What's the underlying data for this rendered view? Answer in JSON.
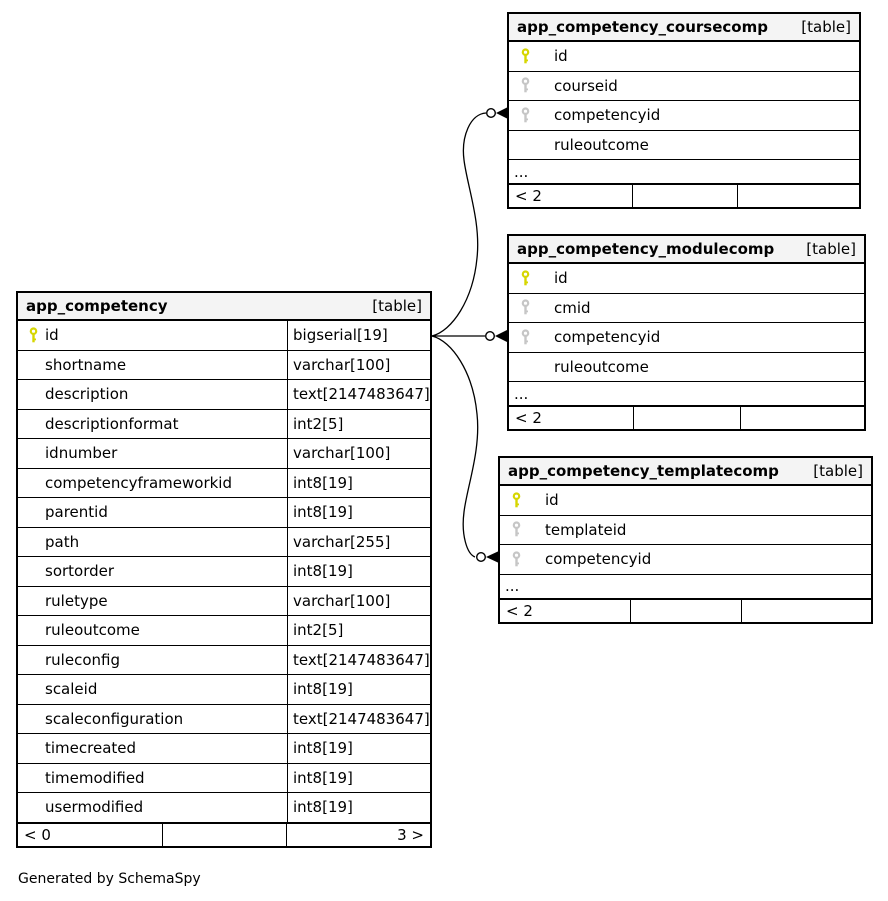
{
  "diagram": {
    "caption": "Generated by SchemaSpy",
    "line_color": "#000000",
    "header_bg": "#f4f4f4"
  },
  "icons": {
    "primary_key_color": "#d6d600",
    "foreign_key_color": "#c6c6c6"
  },
  "tables": [
    {
      "title": "app_competency",
      "tag": "[table]",
      "has_types": true,
      "columns": [
        {
          "icon": "primary-key",
          "name": "id",
          "type": "bigserial[19]"
        },
        {
          "icon": null,
          "name": "shortname",
          "type": "varchar[100]"
        },
        {
          "icon": null,
          "name": "description",
          "type": "text[2147483647]"
        },
        {
          "icon": null,
          "name": "descriptionformat",
          "type": "int2[5]"
        },
        {
          "icon": null,
          "name": "idnumber",
          "type": "varchar[100]"
        },
        {
          "icon": null,
          "name": "competencyframeworkid",
          "type": "int8[19]"
        },
        {
          "icon": null,
          "name": "parentid",
          "type": "int8[19]"
        },
        {
          "icon": null,
          "name": "path",
          "type": "varchar[255]"
        },
        {
          "icon": null,
          "name": "sortorder",
          "type": "int8[19]"
        },
        {
          "icon": null,
          "name": "ruletype",
          "type": "varchar[100]"
        },
        {
          "icon": null,
          "name": "ruleoutcome",
          "type": "int2[5]"
        },
        {
          "icon": null,
          "name": "ruleconfig",
          "type": "text[2147483647]"
        },
        {
          "icon": null,
          "name": "scaleid",
          "type": "int8[19]"
        },
        {
          "icon": null,
          "name": "scaleconfiguration",
          "type": "text[2147483647]"
        },
        {
          "icon": null,
          "name": "timecreated",
          "type": "int8[19]"
        },
        {
          "icon": null,
          "name": "timemodified",
          "type": "int8[19]"
        },
        {
          "icon": null,
          "name": "usermodified",
          "type": "int8[19]"
        }
      ],
      "ellipsis_label": null,
      "footer": {
        "left": "< 0",
        "center": "",
        "right": "3 >"
      }
    },
    {
      "title": "app_competency_coursecomp",
      "tag": "[table]",
      "has_types": false,
      "columns": [
        {
          "icon": "primary-key",
          "name": "id",
          "type": null
        },
        {
          "icon": "foreign-key",
          "name": "courseid",
          "type": null
        },
        {
          "icon": "foreign-key",
          "name": "competencyid",
          "type": null
        },
        {
          "icon": null,
          "name": "ruleoutcome",
          "type": null
        }
      ],
      "ellipsis_label": "...",
      "footer": {
        "left": "< 2",
        "center": "",
        "right": ""
      }
    },
    {
      "title": "app_competency_modulecomp",
      "tag": "[table]",
      "has_types": false,
      "columns": [
        {
          "icon": "primary-key",
          "name": "id",
          "type": null
        },
        {
          "icon": "foreign-key",
          "name": "cmid",
          "type": null
        },
        {
          "icon": "foreign-key",
          "name": "competencyid",
          "type": null
        },
        {
          "icon": null,
          "name": "ruleoutcome",
          "type": null
        }
      ],
      "ellipsis_label": "...",
      "footer": {
        "left": "< 2",
        "center": "",
        "right": ""
      }
    },
    {
      "title": "app_competency_templatecomp",
      "tag": "[table]",
      "has_types": false,
      "columns": [
        {
          "icon": "primary-key",
          "name": "id",
          "type": null
        },
        {
          "icon": "foreign-key",
          "name": "templateid",
          "type": null
        },
        {
          "icon": "foreign-key",
          "name": "competencyid",
          "type": null
        }
      ],
      "ellipsis_label": "...",
      "footer": {
        "left": "< 2",
        "center": "",
        "right": ""
      }
    }
  ],
  "relationships": [
    {
      "from_table": "app_competency",
      "from_column": "id",
      "to_table": "app_competency_coursecomp",
      "to_column": "competencyid",
      "endpoint": "circle-arrow"
    },
    {
      "from_table": "app_competency",
      "from_column": "id",
      "to_table": "app_competency_modulecomp",
      "to_column": "competencyid",
      "endpoint": "circle-arrow"
    },
    {
      "from_table": "app_competency",
      "from_column": "id",
      "to_table": "app_competency_templatecomp",
      "to_column": "competencyid",
      "endpoint": "circle-arrow"
    }
  ]
}
